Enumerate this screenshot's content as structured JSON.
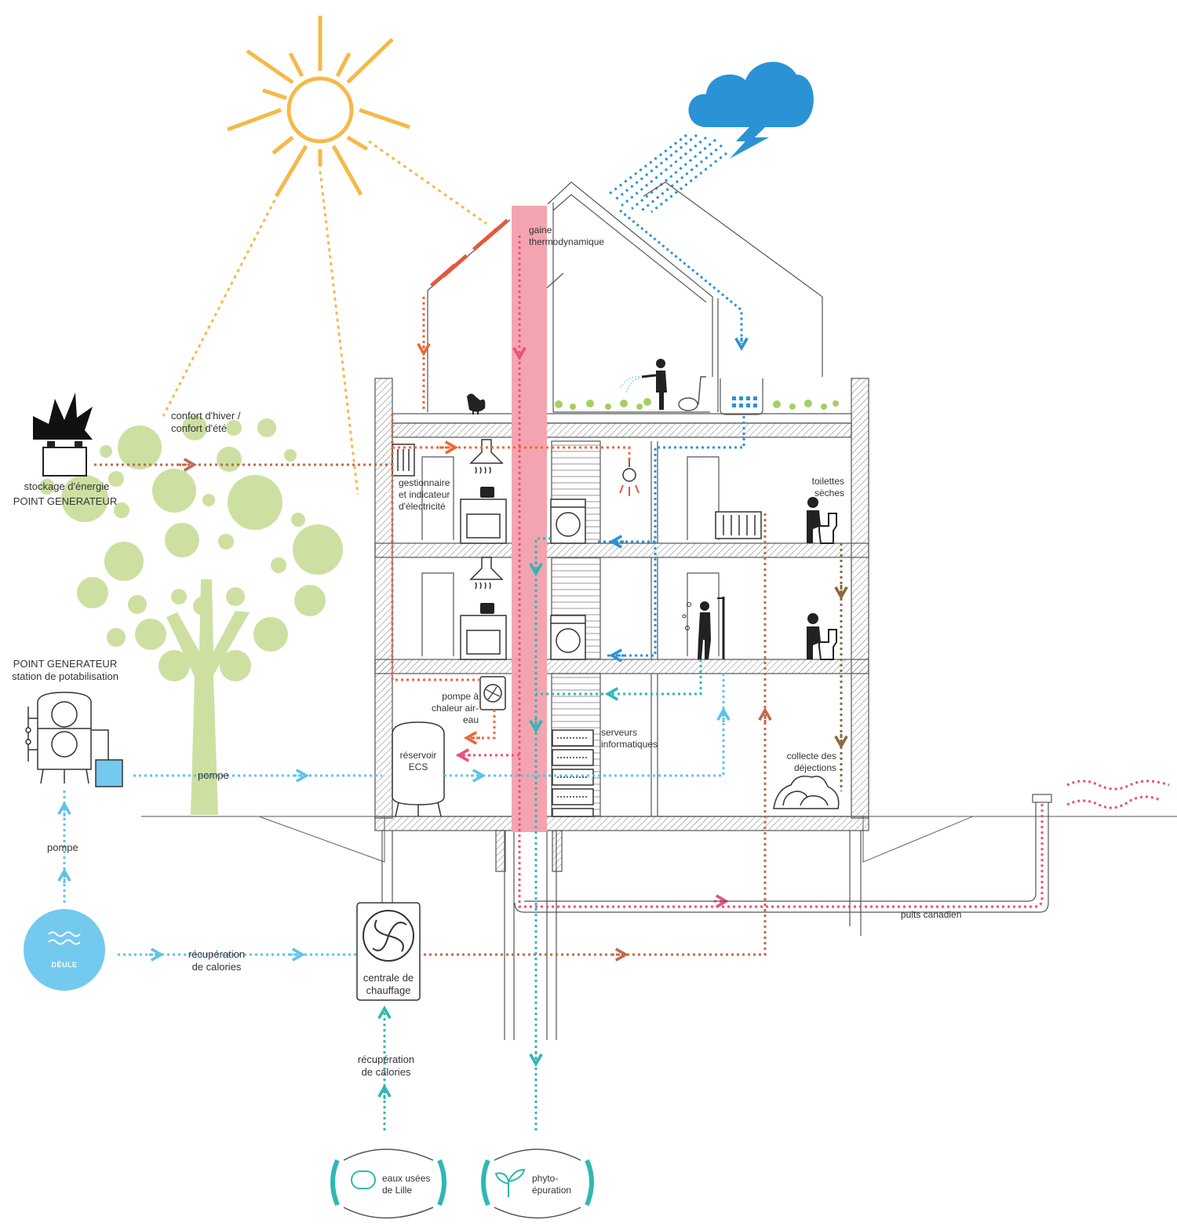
{
  "colors": {
    "sun": "#f5b94a",
    "tree": "#cde0a1",
    "solar_panel": "#e25a3a",
    "rain": "#2a93d5",
    "cloud": "#2a93d5",
    "sheath": "#f4a4b0",
    "orange_flow": "#ee6637",
    "rust_flow": "#c06a4a",
    "teal_flow": "#2eb8b4",
    "light_blue_flow": "#5ec3e8",
    "pink_flow": "#e8507a",
    "brown_flow": "#8b6a3e",
    "deule": "#74c9ef",
    "building_line": "#555555"
  },
  "labels": {
    "gaine": [
      "gaine",
      "thermodynamique"
    ],
    "confort": [
      "confort d'hiver /",
      "confort d'été"
    ],
    "stockage": "stockage d'énergie",
    "point_gen_1": "POINT GENERATEUR",
    "gestionnaire": [
      "gestionnaire",
      "et indicateur",
      "d'électricité"
    ],
    "toilettes": [
      "toilettes",
      "sèches"
    ],
    "point_gen_2": [
      "POINT GENERATEUR",
      "station de potabilisation"
    ],
    "pompe_chaleur": [
      "pompe à",
      "chaleur air-eau"
    ],
    "serveurs": [
      "serveurs",
      "informatiques"
    ],
    "reservoir": [
      "réservoir",
      "ECS"
    ],
    "collecte": [
      "collecte des",
      "déjections"
    ],
    "pompe_h": "pompe",
    "pompe_v": "pompe",
    "deule": "DÊULE",
    "recup_1": [
      "récupération",
      "de calories"
    ],
    "centrale": [
      "centrale de",
      "chauffage"
    ],
    "puits": "puits canadien",
    "recup_2": [
      "récupération",
      "de calories"
    ],
    "eaux_usees": [
      "eaux usées",
      "de Lille"
    ],
    "phyto": [
      "phyto-",
      "épuration"
    ]
  },
  "icons": {
    "sun": "sun-icon",
    "cloud": "storm-cloud-icon",
    "battery": "battery-explosion-icon",
    "tree": "tree-icon",
    "water_plant": "water-treatment-plant-icon",
    "heating_plant": "heating-plant-fan-icon",
    "wastewater": "wastewater-pipe-icon",
    "phyto": "sprout-icon",
    "hen": "hen-icon",
    "gardener": "person-watering-icon",
    "bulb": "light-bulb-icon",
    "washing_machine": "washing-machine-icon",
    "oven": "oven-icon",
    "range_hood": "range-hood-icon",
    "toilet": "dry-toilet-icon",
    "shower": "shower-person-icon",
    "radiator": "radiator-icon",
    "servers": "servers-icon",
    "tank": "hot-water-tank-icon",
    "heat_pump": "heat-pump-icon",
    "compost": "compost-icon",
    "panel": "electricity-manager-icon"
  }
}
